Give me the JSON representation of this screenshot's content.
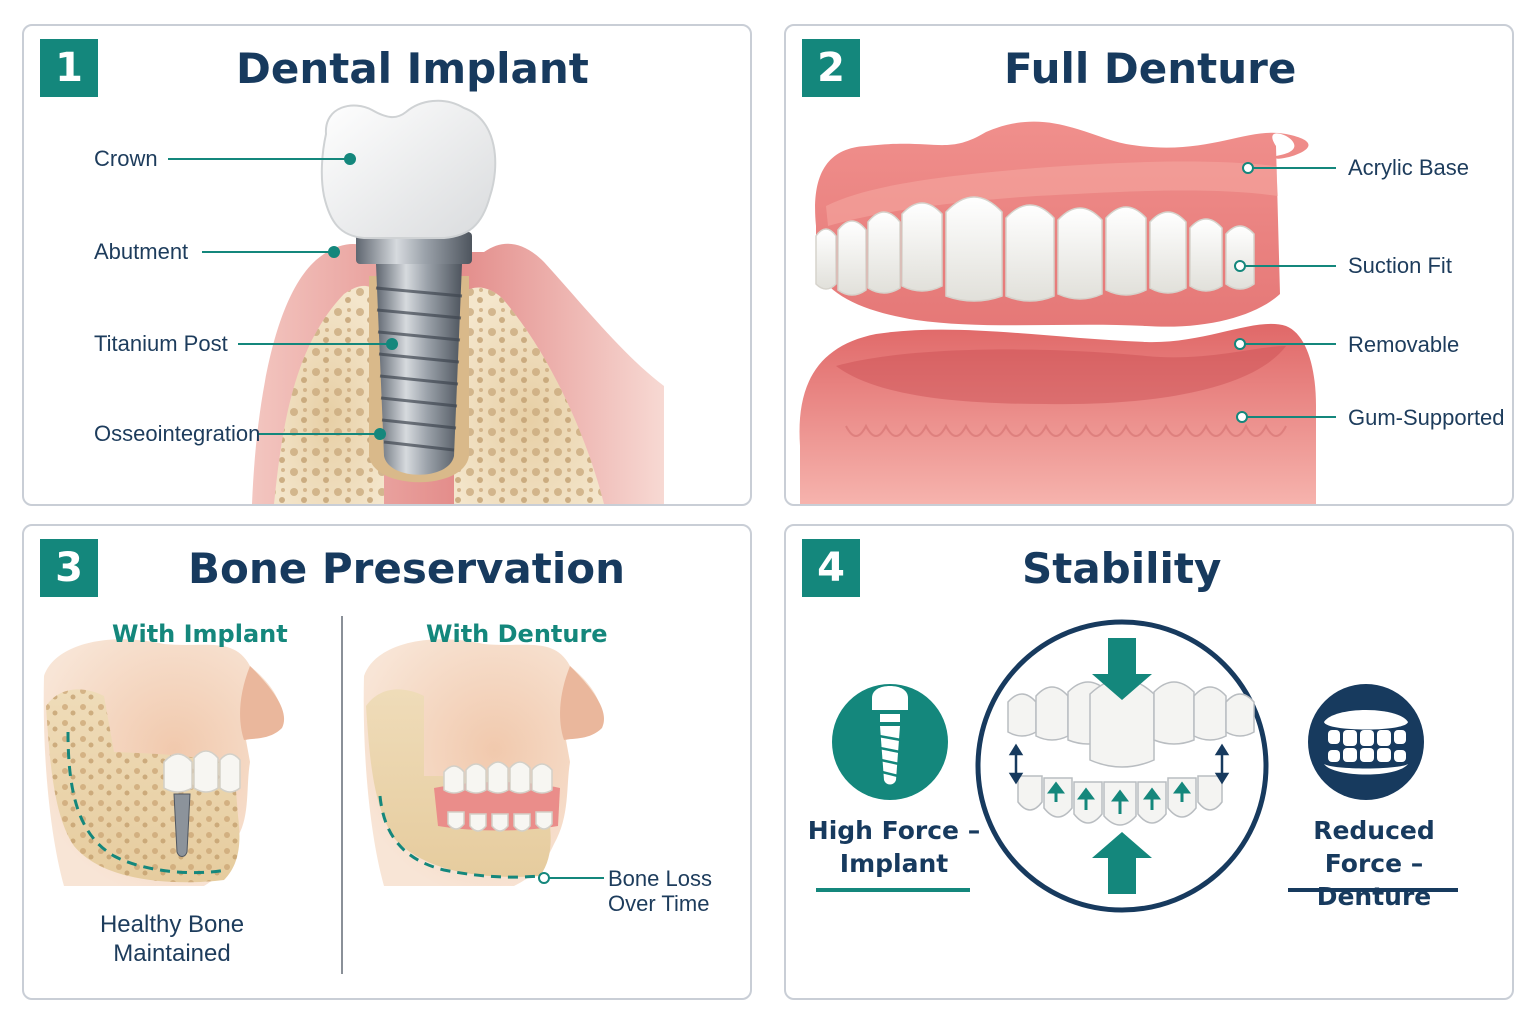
{
  "colors": {
    "teal": "#14877c",
    "navy": "#173a5e",
    "gum": "#e8928f",
    "bone": "#eedcbc",
    "tooth": "#f6f6f4"
  },
  "panels": [
    {
      "number": "1",
      "title": "Dental Implant",
      "labels": [
        "Crown",
        "Abutment",
        "Titanium Post",
        "Osseointegration"
      ]
    },
    {
      "number": "2",
      "title": "Full Denture",
      "labels": [
        "Acrylic Base",
        "Suction Fit",
        "Removable",
        "Gum-Supported"
      ]
    },
    {
      "number": "3",
      "title": "Bone Preservation",
      "left_heading": "With Implant",
      "right_heading": "With Denture",
      "left_caption": [
        "Healthy Bone",
        "Maintained"
      ],
      "right_caption": [
        "Bone Loss",
        "Over Time"
      ]
    },
    {
      "number": "4",
      "title": "Stability",
      "left_label": [
        "High Force –",
        "Implant"
      ],
      "right_label": [
        "Reduced Force –",
        "Denture"
      ],
      "icons": [
        "implant-icon",
        "denture-icon"
      ]
    }
  ]
}
